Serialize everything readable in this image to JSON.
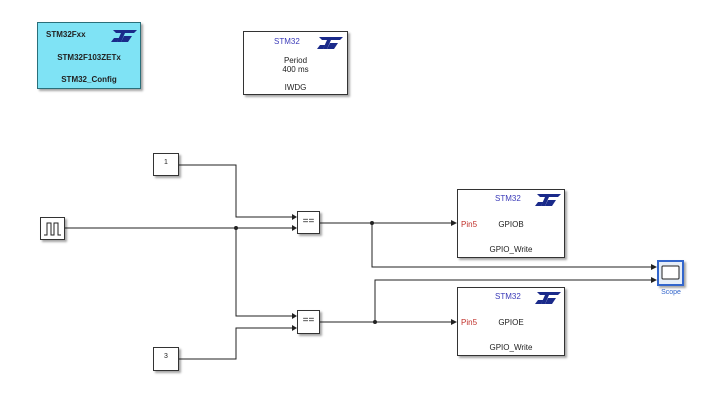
{
  "config_block": {
    "family": "STM32Fxx",
    "device": "STM32F103ZETx",
    "name": "STM32_Config",
    "bg_color": "#7fe3f5"
  },
  "iwdg_block": {
    "title": "STM32",
    "param_label": "Period",
    "param_value": "400 ms",
    "name": "IWDG"
  },
  "const_top": {
    "value": "1"
  },
  "const_bottom": {
    "value": "3"
  },
  "source_block": {
    "icon": "pulse-generator-icon"
  },
  "compare_top": {
    "operator": "=="
  },
  "compare_bottom": {
    "operator": "=="
  },
  "gpio_top": {
    "title": "STM32",
    "pin": "Pin5",
    "port": "GPIOB",
    "name": "GPIO_Write"
  },
  "gpio_bottom": {
    "title": "STM32",
    "pin": "Pin5",
    "port": "GPIOE",
    "name": "GPIO_Write"
  },
  "scope_block": {
    "label": "Scope"
  },
  "colors": {
    "st_blue": "#3a3ab8",
    "pin_red": "#c0302a",
    "scope_label": "#3366cc",
    "wire": "#222222"
  }
}
